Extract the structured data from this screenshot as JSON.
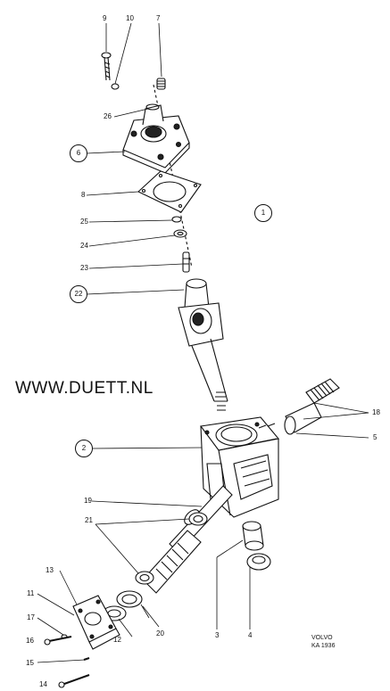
{
  "watermark": "WWW.DUETT.NL",
  "footer": {
    "brand": "VOLVO",
    "ref": "KA 1936"
  },
  "part_numbers": {
    "p9": "9",
    "p10": "10",
    "p7": "7",
    "p26": "26",
    "p6": "6",
    "p8": "8",
    "p1": "1",
    "p25": "25",
    "p24": "24",
    "p23": "23",
    "p22": "22",
    "p18": "18",
    "p2": "2",
    "p5": "5",
    "p19": "19",
    "p21": "21",
    "p13": "13",
    "p11": "11",
    "p17": "17",
    "p16": "16",
    "p15": "15",
    "p14": "14",
    "p12": "12",
    "p20": "20",
    "p3": "3",
    "p4": "4"
  }
}
